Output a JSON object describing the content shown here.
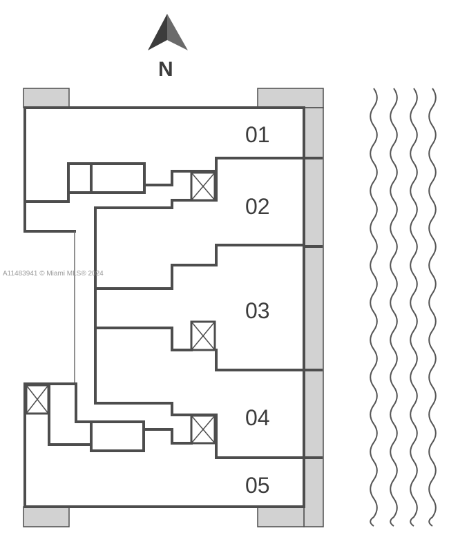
{
  "compass": {
    "label": "N"
  },
  "units": [
    {
      "id": "unit-01",
      "label": "01"
    },
    {
      "id": "unit-02",
      "label": "02"
    },
    {
      "id": "unit-03",
      "label": "03"
    },
    {
      "id": "unit-04",
      "label": "04"
    },
    {
      "id": "unit-05",
      "label": "05"
    }
  ],
  "watermark": "A11483941 © Miami MLS® 2024",
  "colors": {
    "wall": "#4d4d4d",
    "slab": "#d2d2d2",
    "background": "#ffffff"
  }
}
